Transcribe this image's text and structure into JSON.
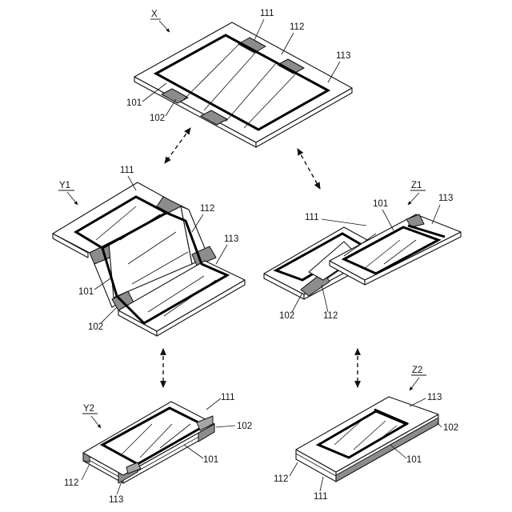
{
  "states": {
    "X": "X",
    "Y1": "Y1",
    "Y2": "Y2",
    "Z1": "Z1",
    "Z2": "Z2"
  },
  "parts": {
    "display": "101",
    "hinge": "102",
    "panel_first": "111",
    "panel_second": "112",
    "panel_third": "113"
  }
}
